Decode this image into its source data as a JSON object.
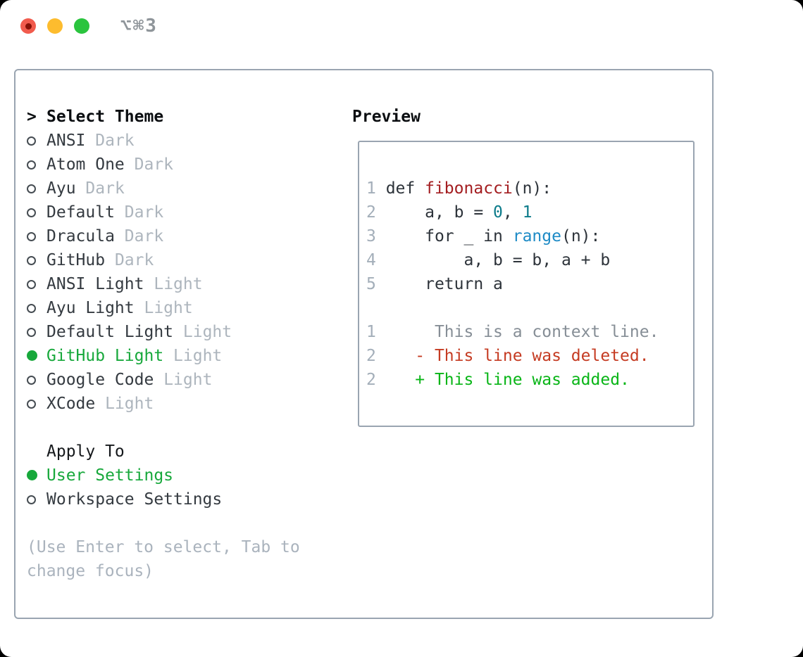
{
  "window": {
    "shortcut": "⌥⌘3",
    "traffic_lights": [
      "close-icon",
      "minimize-icon",
      "zoom-icon"
    ]
  },
  "theme_menu": {
    "prompt": ">",
    "title": "Select Theme",
    "items": [
      {
        "label": "ANSI",
        "tag": "Dark",
        "selected": false
      },
      {
        "label": "Atom One",
        "tag": "Dark",
        "selected": false
      },
      {
        "label": "Ayu",
        "tag": "Dark",
        "selected": false
      },
      {
        "label": "Default",
        "tag": "Dark",
        "selected": false
      },
      {
        "label": "Dracula",
        "tag": "Dark",
        "selected": false
      },
      {
        "label": "GitHub",
        "tag": "Dark",
        "selected": false
      },
      {
        "label": "ANSI Light",
        "tag": "Light",
        "selected": false
      },
      {
        "label": "Ayu Light",
        "tag": "Light",
        "selected": false
      },
      {
        "label": "Default Light",
        "tag": "Light",
        "selected": false
      },
      {
        "label": "GitHub Light",
        "tag": "Light",
        "selected": true
      },
      {
        "label": "Google Code",
        "tag": "Light",
        "selected": false
      },
      {
        "label": "XCode",
        "tag": "Light",
        "selected": false
      }
    ]
  },
  "apply_to": {
    "title": "Apply To",
    "options": [
      {
        "label": "User Settings",
        "selected": true
      },
      {
        "label": "Workspace Settings",
        "selected": false
      }
    ]
  },
  "help_text": "(Use Enter to select, Tab to change focus)",
  "preview": {
    "title": "Preview",
    "code_lines": [
      {
        "num": "1",
        "segments": [
          {
            "t": " def ",
            "c": "plain"
          },
          {
            "t": "fibonacci",
            "c": "func"
          },
          {
            "t": "(n):",
            "c": "plain"
          }
        ]
      },
      {
        "num": "2",
        "segments": [
          {
            "t": "     a, b = ",
            "c": "plain"
          },
          {
            "t": "0",
            "c": "num"
          },
          {
            "t": ", ",
            "c": "plain"
          },
          {
            "t": "1",
            "c": "num"
          }
        ]
      },
      {
        "num": "3",
        "segments": [
          {
            "t": "     for _ in ",
            "c": "plain"
          },
          {
            "t": "range",
            "c": "builtin"
          },
          {
            "t": "(n):",
            "c": "plain"
          }
        ]
      },
      {
        "num": "4",
        "segments": [
          {
            "t": "         a, b = b, a + b",
            "c": "plain"
          }
        ]
      },
      {
        "num": "5",
        "segments": [
          {
            "t": "     return a",
            "c": "plain"
          }
        ]
      },
      {
        "num": "",
        "segments": []
      },
      {
        "num": "1",
        "segments": [
          {
            "t": "      This is a context line.",
            "c": "ctx"
          }
        ]
      },
      {
        "num": "2",
        "segments": [
          {
            "t": "    - This line was deleted.",
            "c": "del"
          }
        ]
      },
      {
        "num": "2",
        "segments": [
          {
            "t": "    + This line was added.",
            "c": "add"
          }
        ]
      }
    ]
  },
  "colors": {
    "selected_green": "#17a83b",
    "added_green": "#09b517",
    "deleted_red": "#c53b22",
    "function_red": "#a31d20",
    "number_teal": "#0c7b8a",
    "builtin_blue": "#1e8bc6",
    "muted_gray": "#adb5bd",
    "panel_border": "#9aa5b1",
    "traffic_red": "#f15b4d",
    "traffic_yellow": "#fdbc2e",
    "traffic_green": "#2ac43e"
  }
}
